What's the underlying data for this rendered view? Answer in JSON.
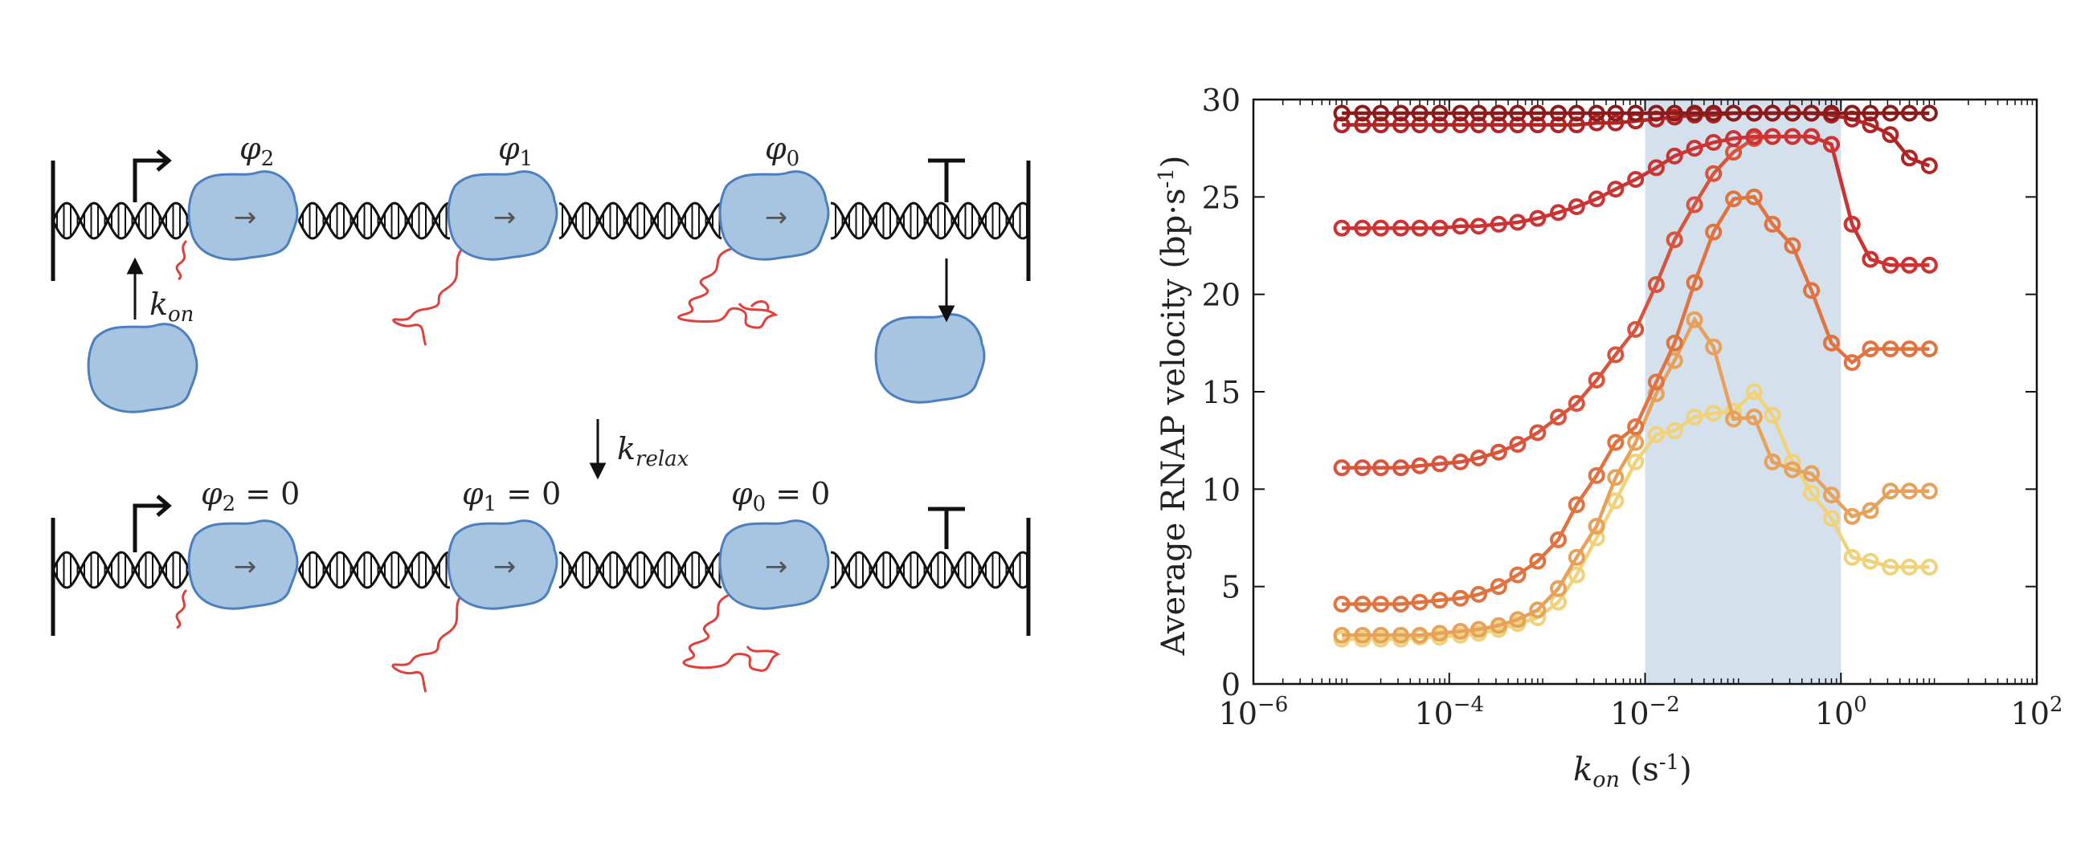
{
  "schematic": {
    "top_row": {
      "rnap_labels": [
        "φ",
        "φ",
        "φ"
      ],
      "rnap_label_subs": [
        "2",
        "1",
        "0"
      ],
      "rate_on_base": "k",
      "rate_on_sub": "on"
    },
    "relax": {
      "base": "k",
      "sub": "relax"
    },
    "bottom_row": {
      "rnap_labels": [
        "φ",
        "φ",
        "φ"
      ],
      "rnap_label_subs": [
        "2",
        "1",
        "0"
      ],
      "rnap_label_suffix": " = 0"
    },
    "colors": {
      "rnap_fill": "#a7c4e0",
      "rnap_stroke": "#4c7fbf",
      "rna": "#e0403a",
      "dna": "#111111"
    }
  },
  "chart_data": {
    "type": "line",
    "ylabel": "Average RNAP velocity (bp·s-1)",
    "xlabel": "kon (s-1)",
    "xlabel_base": "k",
    "xlabel_sub": "on",
    "xlabel_unit": " (s",
    "xlabel_unit_sup": "-1",
    "xlabel_unit_close": ")",
    "ylabel_main": "Average RNAP velocity (bp·s",
    "ylabel_sup": "-1",
    "ylabel_close": ")",
    "x_scale": "log",
    "xlim": [
      1e-06,
      100
    ],
    "ylim": [
      0,
      30
    ],
    "x_ticks": [
      1e-06,
      0.0001,
      0.01,
      1,
      100
    ],
    "x_tick_base": "10",
    "x_tick_exponents": [
      "−6",
      "−4",
      "−2",
      "0",
      "2"
    ],
    "y_ticks": [
      "0",
      "5",
      "10",
      "15",
      "20",
      "25",
      "30"
    ],
    "shaded_region": {
      "x_from": 0.01,
      "x_to": 1,
      "color": "#d5e0ed"
    },
    "x": [
      8e-06,
      1.3e-05,
      2e-05,
      3.2e-05,
      5e-05,
      8e-05,
      0.00013,
      0.0002,
      0.00032,
      0.0005,
      0.0008,
      0.0013,
      0.002,
      0.0032,
      0.005,
      0.008,
      0.013,
      0.02,
      0.032,
      0.05,
      0.08,
      0.13,
      0.2,
      0.32,
      0.5,
      0.8,
      1.3,
      2,
      3.2,
      5,
      8
    ],
    "series": [
      {
        "color": "#8b1a1a",
        "values": [
          29.3,
          29.3,
          29.3,
          29.3,
          29.3,
          29.3,
          29.3,
          29.3,
          29.3,
          29.3,
          29.3,
          29.3,
          29.3,
          29.3,
          29.3,
          29.3,
          29.3,
          29.3,
          29.3,
          29.3,
          29.3,
          29.3,
          29.3,
          29.3,
          29.3,
          29.3,
          29.3,
          29.3,
          29.3,
          29.3,
          29.3
        ]
      },
      {
        "color": "#b22525",
        "values": [
          28.7,
          28.7,
          28.7,
          28.7,
          28.7,
          28.7,
          28.7,
          28.7,
          28.7,
          28.7,
          28.7,
          28.7,
          28.7,
          28.8,
          28.8,
          28.9,
          29.0,
          29.1,
          29.2,
          29.2,
          29.3,
          29.3,
          29.3,
          29.3,
          29.3,
          29.2,
          29.0,
          28.7,
          28.2,
          27.0,
          26.6
        ]
      },
      {
        "color": "#cc3333",
        "values": [
          23.4,
          23.4,
          23.4,
          23.4,
          23.4,
          23.4,
          23.5,
          23.5,
          23.6,
          23.7,
          23.9,
          24.2,
          24.5,
          24.9,
          25.4,
          25.9,
          26.5,
          27.1,
          27.5,
          27.8,
          28.0,
          28.1,
          28.1,
          28.1,
          28.1,
          27.7,
          23.6,
          21.8,
          21.5,
          21.5,
          21.5
        ]
      },
      {
        "color": "#d9543d",
        "values": [
          11.1,
          11.1,
          11.1,
          11.1,
          11.2,
          11.3,
          11.4,
          11.6,
          11.9,
          12.3,
          12.9,
          13.7,
          14.4,
          15.6,
          16.9,
          18.2,
          20.5,
          22.8,
          24.6,
          26.2,
          27.3,
          28.0,
          28.1,
          28.1,
          28.1,
          27.7,
          23.6,
          21.8,
          21.5,
          21.5,
          21.5
        ]
      },
      {
        "color": "#e0733f",
        "values": [
          4.1,
          4.1,
          4.1,
          4.1,
          4.2,
          4.3,
          4.4,
          4.6,
          5.0,
          5.6,
          6.3,
          7.4,
          9.2,
          10.7,
          12.4,
          13.2,
          15.5,
          17.5,
          20.6,
          23.2,
          24.9,
          25.0,
          23.6,
          22.5,
          20.2,
          17.5,
          16.5,
          17.2,
          17.2,
          17.2,
          17.2
        ]
      },
      {
        "color": "#e6a15a",
        "values": [
          2.5,
          2.5,
          2.5,
          2.5,
          2.5,
          2.6,
          2.7,
          2.8,
          3.0,
          3.3,
          3.8,
          4.9,
          6.5,
          8.1,
          10.6,
          12.4,
          14.9,
          16.6,
          18.7,
          17.3,
          13.6,
          13.7,
          11.4,
          11.0,
          10.8,
          9.7,
          8.6,
          8.9,
          9.9,
          9.9,
          9.9
        ]
      },
      {
        "color": "#efd27a",
        "values": [
          2.3,
          2.3,
          2.3,
          2.3,
          2.4,
          2.4,
          2.5,
          2.6,
          2.8,
          3.1,
          3.4,
          4.2,
          5.6,
          7.5,
          9.4,
          11.4,
          12.8,
          13.0,
          13.7,
          13.9,
          14.0,
          15.0,
          13.8,
          11.4,
          9.8,
          8.5,
          6.5,
          6.3,
          6.0,
          6.0,
          6.0
        ]
      }
    ]
  }
}
